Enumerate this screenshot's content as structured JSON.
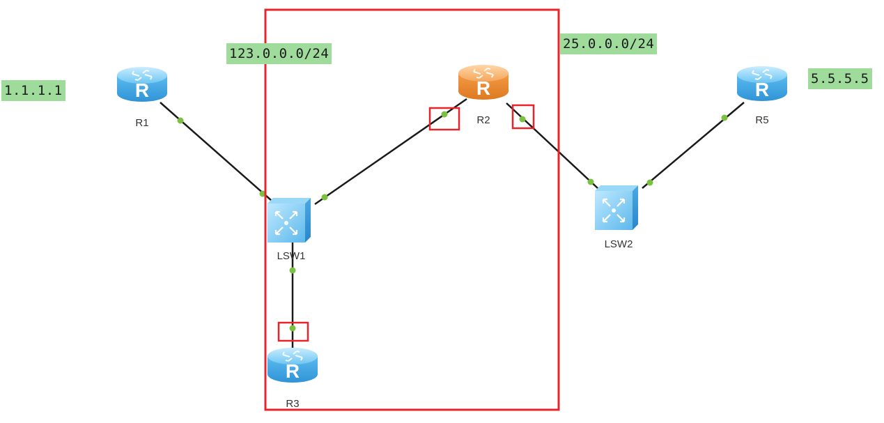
{
  "labels": {
    "net_r1": "1.1.1.1",
    "net_123": "123.0.0.0/24",
    "net_25": "25.0.0.0/24",
    "net_r5": "5.5.5.5"
  },
  "devices": {
    "r1": "R1",
    "r2": "R2",
    "r3": "R3",
    "r5": "R5",
    "lsw1": "LSW1",
    "lsw2": "LSW2"
  },
  "colors": {
    "router_blue": "#4fb5ea",
    "router_orange": "#f0923a",
    "switch_blue": "#5cc0ef",
    "link": "#1a1a1a",
    "port_dot": "#7ac142",
    "highlight": "#e8242b",
    "label_bg": "#9fdc9b"
  }
}
